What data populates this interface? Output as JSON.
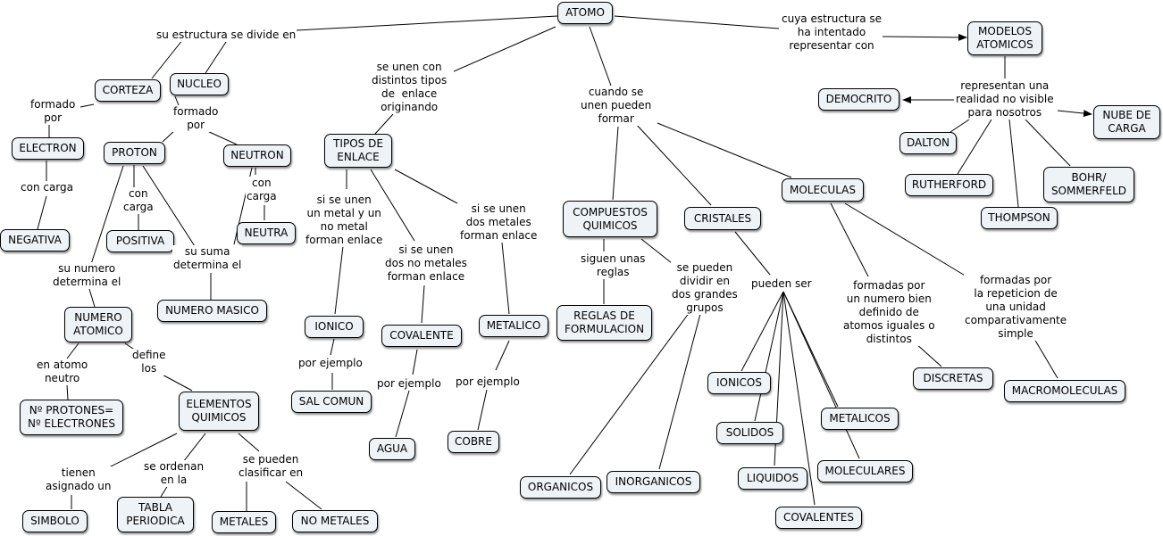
{
  "nodes": {
    "atomo": "ATOMO",
    "modelos_atomicos": "MODELOS\nATOMICOS",
    "democrito": "DEMOCRITO",
    "nube_de_carga": "NUBE DE\nCARGA",
    "dalton": "DALTON",
    "rutherford": "RUTHERFORD",
    "thompson": "THOMPSON",
    "bohr_sommerfeld": "BOHR/\nSOMMERFELD",
    "corteza": "CORTEZA",
    "nucleo": "NUCLEO",
    "electron": "ELECTRON",
    "negativa": "NEGATIVA",
    "proton": "PROTON",
    "positiva": "POSITIVA",
    "neutron": "NEUTRON",
    "neutra": "NEUTRA",
    "numero_masico": "NUMERO MASICO",
    "numero_atomico": "NUMERO\nATOMICO",
    "n_protones": "Nº PROTONES=\nNº ELECTRONES",
    "elementos_quimicos": "ELEMENTOS\nQUIMICOS",
    "simbolo": "SIMBOLO",
    "tabla_periodica": "TABLA\nPERIODICA",
    "metales": "METALES",
    "no_metales": "NO METALES",
    "tipos_de_enlace": "TIPOS DE\nENLACE",
    "ionico": "IONICO",
    "sal_comun": "SAL COMUN",
    "covalente": "COVALENTE",
    "agua": "AGUA",
    "metalico": "METALICO",
    "cobre": "COBRE",
    "compuestos_quimicos": "COMPUESTOS\nQUIMICOS",
    "reglas_de_formulacion": "REGLAS DE\nFORMULACION",
    "organicos": "ORGANICOS",
    "inorganicos": "INORGANICOS",
    "cristales": "CRISTALES",
    "ionicos": "IONICOS",
    "solidos": "SOLIDOS",
    "liquidos": "LIQUIDOS",
    "covalentes": "COVALENTES",
    "metalicos": "METALICOS",
    "moleculares": "MOLECULARES",
    "moleculas": "MOLECULAS",
    "discretas": "DISCRETAS",
    "macromoleculas": "MACROMOLECULAS"
  },
  "links": {
    "su_estructura": "su estructura se divide en",
    "cuya_estructura": "cuya estructura se\nha intentado\nrepresentar con",
    "representan": "representan una\nrealidad no visible\npara nosotros",
    "se_unen": "se unen con\ndistintos tipos\nde  enlace\noriginando",
    "cuando_se_unen": "cuando se\nunen pueden\nformar",
    "formado_por_1": "formado\npor",
    "formado_por_2": "formado\npor",
    "con_carga_1": "con carga",
    "con_carga_2": "con\ncarga",
    "con_carga_3": "con\ncarga",
    "su_suma": "su suma\ndetermina el",
    "su_numero": "su numero\ndetermina el",
    "en_atomo_neutro": "en atomo\nneutro",
    "define_los": "define\nlos",
    "tienen_asignado": "tienen\nasignado un",
    "se_ordenan": "se ordenan\nen la",
    "se_pueden_clasificar": "se pueden\nclasificar en",
    "si_metal_no_metal": "si se unen\nun metal y un\nno metal\nforman enlace",
    "si_dos_no_metales": "si se unen\ndos no metales\nforman enlace",
    "si_dos_metales": "si se unen\ndos metales\nforman enlace",
    "por_ejemplo_1": "por ejemplo",
    "por_ejemplo_2": "por ejemplo",
    "por_ejemplo_3": "por ejemplo",
    "siguen_reglas": "siguen unas\nreglas",
    "se_pueden_dividir": "se pueden\ndividir en\ndos grandes\ngrupos",
    "pueden_ser": "pueden ser",
    "formadas_numero": "formadas por\nun numero bien\ndefinido de\natomos iguales o\ndistintos",
    "formadas_repeticion": "formadas por\nla repeticion de\nuna unidad\ncomparativamente\nsimple"
  }
}
